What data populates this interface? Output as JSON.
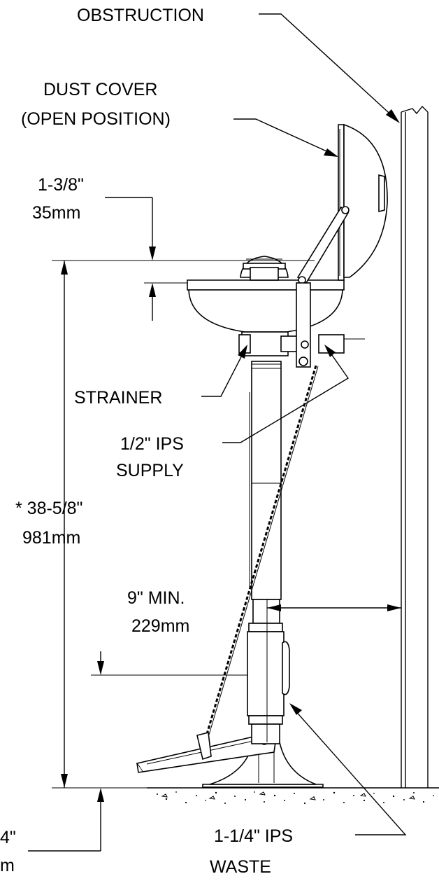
{
  "labels": {
    "obstruction": "OBSTRUCTION",
    "dust_cover_1": "DUST COVER",
    "dust_cover_2": "(OPEN POSITION)",
    "dim_top_1": "1-3/8\"",
    "dim_top_2": "35mm",
    "strainer": "STRAINER",
    "supply_1": "1/2\" IPS",
    "supply_2": "SUPPLY",
    "height_1": "* 38-5/8\"",
    "height_2": "981mm",
    "clearance_1": "9\" MIN.",
    "clearance_2": "229mm",
    "waste_dim_1": "4\"",
    "waste_dim_2": "m",
    "waste_1": "1-1/4\" IPS",
    "waste_2": "WASTE"
  },
  "colors": {
    "line": "#000000",
    "background": "#ffffff"
  }
}
